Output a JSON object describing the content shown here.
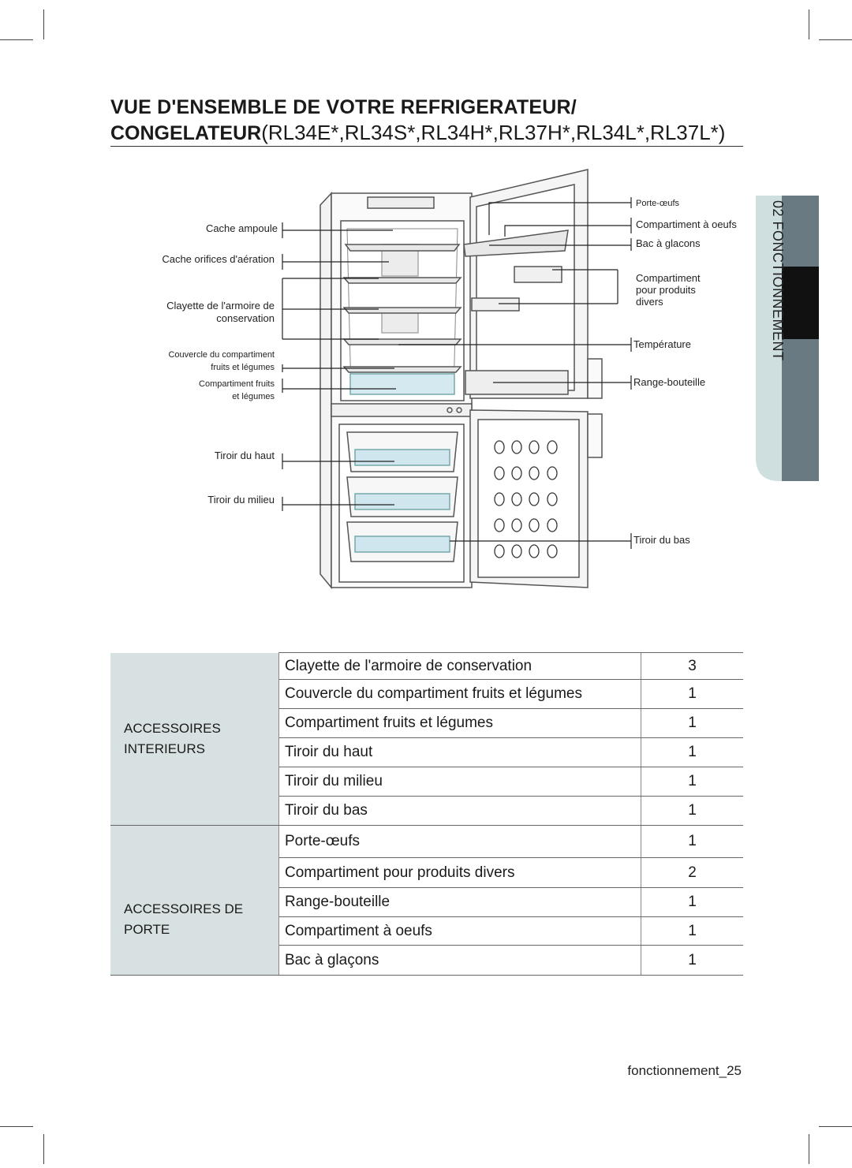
{
  "title": {
    "line1": "VUE D'ENSEMBLE DE VOTRE REFRIGERATEUR/",
    "line2_bold": "CONGELATEUR",
    "line2_models": "(RL34E*,RL34S*,RL34H*,RL37H*,RL34L*,RL37L*)"
  },
  "side_tab": {
    "text": "02 FONCTIONNEMENT",
    "colors": {
      "light": "#cfdede",
      "dark": "#6a7a82",
      "active": "#111111"
    }
  },
  "labels_left": {
    "cache_ampoule": "Cache ampoule",
    "cache_orifices": "Cache orifices d'aération",
    "clayette_1": "Clayette de l'armoire de",
    "clayette_2": "conservation",
    "couvercle_1": "Couvercle du compartiment",
    "couvercle_2": "fruits et légumes",
    "compartiment_fruits_1": "Compartiment fruits",
    "compartiment_fruits_2": "et légumes",
    "tiroir_haut": "Tiroir du haut",
    "tiroir_milieu": "Tiroir du milieu"
  },
  "labels_right": {
    "porte_oeufs": "Porte-œufs",
    "compartiment_oeufs": "Compartiment à oeufs",
    "bac_glacons": "Bac à glacons",
    "compartiment_divers_1": "Compartiment",
    "compartiment_divers_2": "pour produits",
    "compartiment_divers_3": "divers",
    "temperature": "Température",
    "range_bouteille": "Range-bouteille",
    "tiroir_bas": "Tiroir du bas"
  },
  "table": {
    "groups": [
      {
        "label_1": "ACCESSOIRES",
        "label_2": "INTERIEURS",
        "rows": [
          {
            "item": "Clayette de l'armoire de conservation",
            "qty": "3"
          },
          {
            "item": "Couvercle du compartiment fruits et légumes",
            "qty": "1"
          },
          {
            "item": "Compartiment fruits et légumes",
            "qty": "1"
          },
          {
            "item": "Tiroir du haut",
            "qty": "1"
          },
          {
            "item": "Tiroir du milieu",
            "qty": "1"
          },
          {
            "item": "Tiroir du bas",
            "qty": "1"
          }
        ]
      },
      {
        "label_1": "ACCESSOIRES DE",
        "label_2": "PORTE",
        "rows": [
          {
            "item": "Porte-œufs",
            "qty": "1"
          },
          {
            "item": "Compartiment pour produits divers",
            "qty": "2"
          },
          {
            "item": "Range-bouteille",
            "qty": "1"
          },
          {
            "item": "Compartiment à oeufs",
            "qty": "1"
          },
          {
            "item": "Bac à glaçons",
            "qty": "1"
          }
        ]
      }
    ]
  },
  "footer": "fonctionnement_25"
}
